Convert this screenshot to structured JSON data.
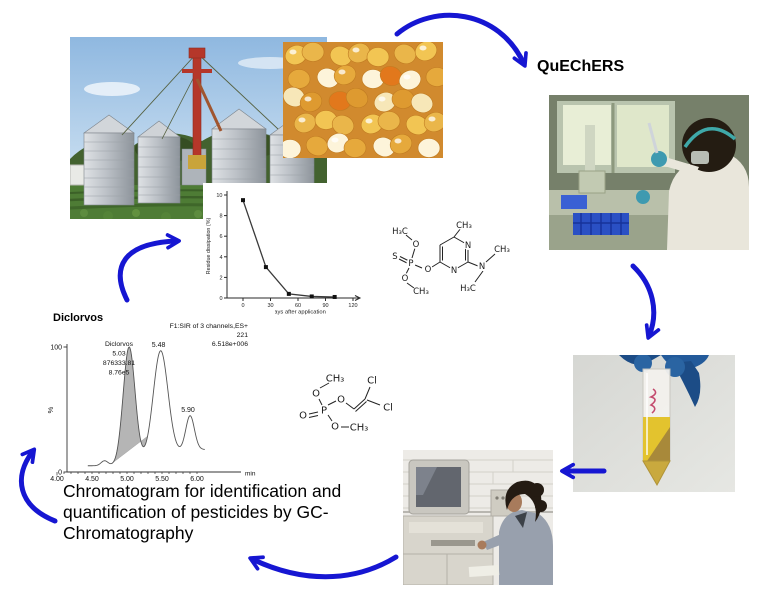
{
  "quechers_label": "QuEChERS",
  "caption": {
    "lines": [
      "Chromatogram for identification and",
      "quantification of pesticides by GC-",
      "Chromatography"
    ]
  },
  "colors": {
    "arrow": "#1616d2",
    "chromatogram_peak_fill": "#b5b5b5",
    "caption_text": "#000000"
  },
  "chart_data": [
    {
      "id": "dissipation_curve",
      "type": "line",
      "title": "",
      "xlabel": "Days after application",
      "ylabel": "Residue dissipation (%)",
      "xlim": [
        0,
        130
      ],
      "ylim": [
        0,
        10
      ],
      "xticks": [
        0,
        30,
        60,
        90,
        120
      ],
      "yticks": [
        0,
        2,
        4,
        6,
        8,
        10
      ],
      "x": [
        0,
        25,
        50,
        75,
        100
      ],
      "values": [
        9.5,
        3.0,
        0.4,
        0.15,
        0.1
      ],
      "marker": "square",
      "grid": false,
      "legend": "none"
    },
    {
      "id": "diclorvos_chromatogram",
      "type": "line",
      "title": "Diclorvos",
      "header_lines": [
        "F1:SIR of 3 channels,ES+",
        "221",
        "6.518e+006"
      ],
      "peak_annotation_lines": [
        "Diclorvos",
        "5.03",
        "876333.81",
        "8.76e5"
      ],
      "ylabel": "%",
      "x_unit": "min",
      "xlim": [
        4.0,
        6.1
      ],
      "ylim": [
        0,
        100
      ],
      "xticks": [
        "4.00",
        "4.50",
        "5.00",
        "5.50",
        "6.00"
      ],
      "yticks": [
        0,
        100
      ],
      "peaks": [
        {
          "rt": 4.68,
          "apex_pct": 9,
          "width_min": 0.05,
          "label": ""
        },
        {
          "rt": 5.03,
          "apex_pct": 100,
          "width_min": 0.085,
          "label": "",
          "filled": true
        },
        {
          "rt": 5.48,
          "apex_pct": 97,
          "width_min": 0.105,
          "label": "5.48"
        },
        {
          "rt": 5.9,
          "apex_pct": 45,
          "width_min": 0.062,
          "label": "5.90"
        }
      ],
      "fill_range_min": [
        4.79,
        5.3
      ],
      "grid": false,
      "legend": "none"
    }
  ],
  "molecules": {
    "pirimiphos_methyl": {
      "atoms": [
        "H₃C",
        "O",
        "S",
        "P",
        "O",
        "CH₃",
        "O",
        "CH₃",
        "N",
        "N",
        "N",
        "CH₃",
        "H₃C"
      ]
    },
    "dichlorvos": {
      "atoms": [
        "CH₃",
        "O",
        "O",
        "P",
        "O",
        "CH₃",
        "O",
        "Cl",
        "Cl"
      ]
    }
  }
}
